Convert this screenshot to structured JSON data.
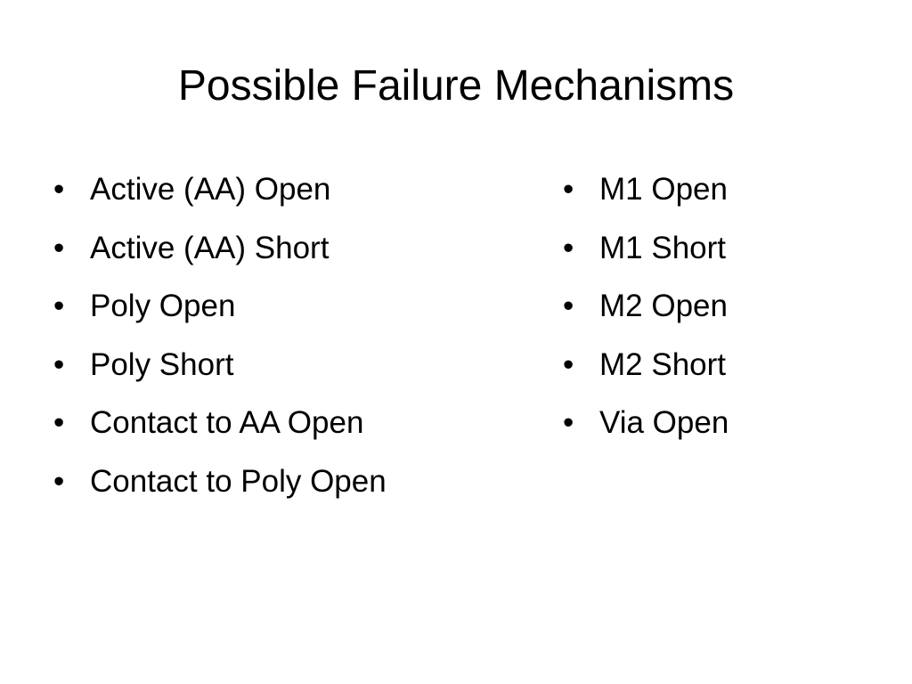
{
  "slide": {
    "title": "Possible Failure Mechanisms",
    "bullet_glyph": "•",
    "left_column": [
      "Active (AA) Open",
      "Active (AA) Short",
      "Poly Open",
      "Poly Short",
      "Contact to AA Open",
      "Contact to Poly Open"
    ],
    "right_column": [
      "M1 Open",
      "M1 Short",
      "M2 Open",
      "M2 Short",
      "Via Open"
    ]
  }
}
